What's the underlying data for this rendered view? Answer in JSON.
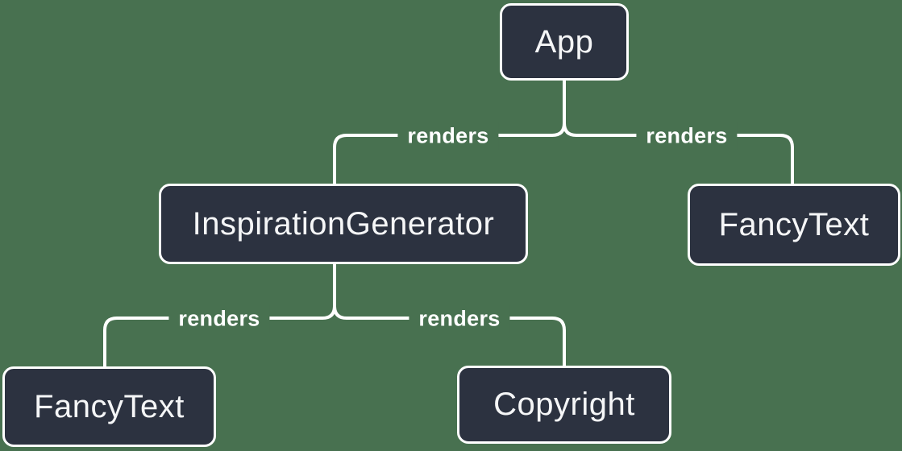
{
  "colors": {
    "background": "#487150",
    "node_fill": "#2C3240",
    "stroke": "#FFFFFF",
    "text": "#F5F6F7"
  },
  "nodes": {
    "app": {
      "label": "App"
    },
    "inspiration_generator": {
      "label": "InspirationGenerator"
    },
    "fancy_text_right": {
      "label": "FancyText"
    },
    "fancy_text_left": {
      "label": "FancyText"
    },
    "copyright": {
      "label": "Copyright"
    }
  },
  "edges": [
    {
      "from": "App",
      "to": "InspirationGenerator",
      "label": "renders"
    },
    {
      "from": "App",
      "to": "FancyText",
      "label": "renders"
    },
    {
      "from": "InspirationGenerator",
      "to": "FancyText",
      "label": "renders"
    },
    {
      "from": "InspirationGenerator",
      "to": "Copyright",
      "label": "renders"
    }
  ]
}
